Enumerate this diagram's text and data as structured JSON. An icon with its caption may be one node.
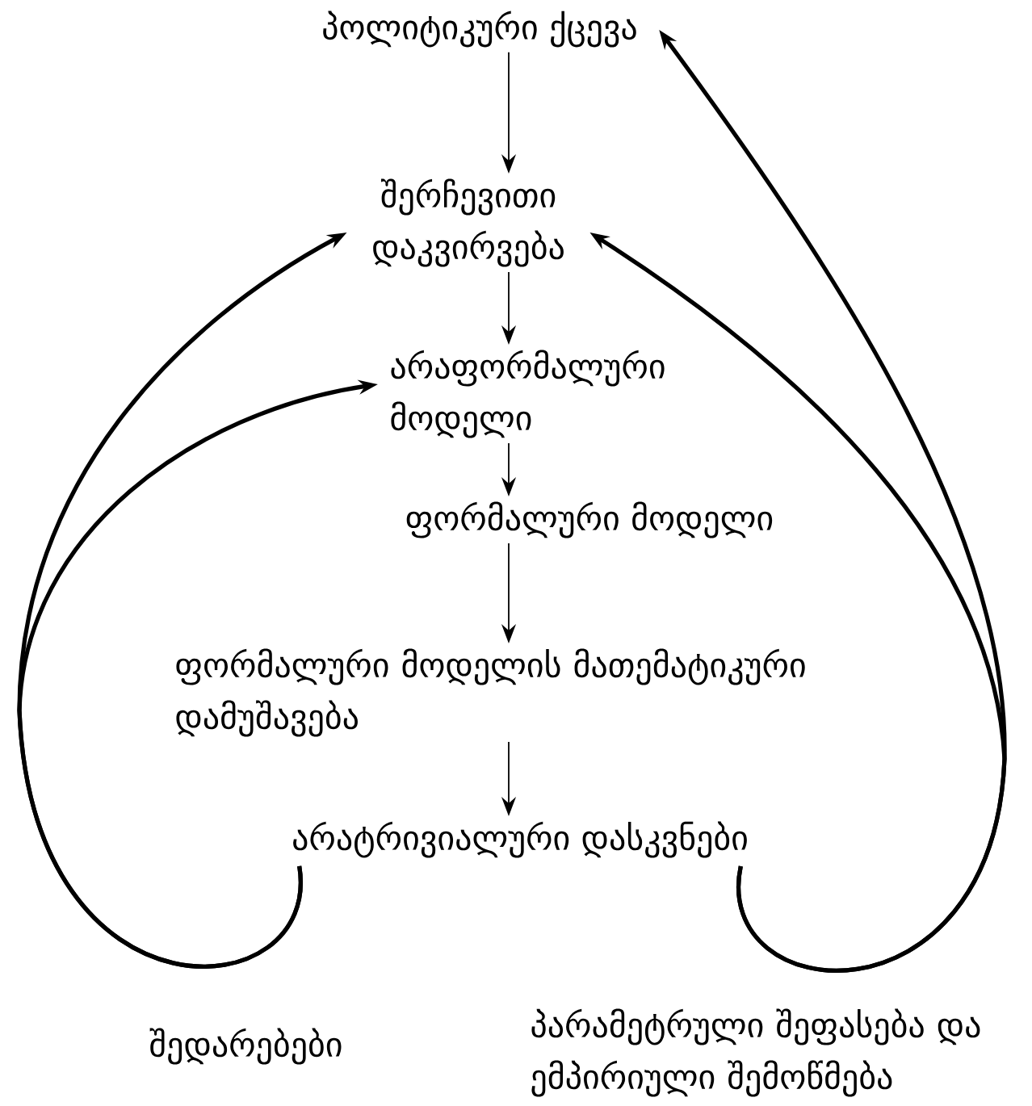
{
  "diagram": {
    "nodes": [
      {
        "text": [
          "პოლიტიკური ქცევა"
        ]
      },
      {
        "text": [
          "შერჩევითი დაკვირვება"
        ]
      },
      {
        "text": [
          "არაფორმალური მოდელი"
        ]
      },
      {
        "text": [
          "ფორმალური მოდელი"
        ]
      },
      {
        "text": [
          "ფორმალური მოდელის მათემატიკური დამუშავება"
        ]
      },
      {
        "text": [
          "არატრივიალური დასკვნები"
        ]
      }
    ],
    "edges": [
      {
        "from": 0,
        "to": 1,
        "arrow": "to"
      },
      {
        "from": 1,
        "to": 2,
        "arrow": "to"
      },
      {
        "from": 2,
        "to": 3,
        "arrow": "to"
      },
      {
        "from": 3,
        "to": 4,
        "arrow": "to"
      },
      {
        "from": 4,
        "to": 5,
        "arrow": "to"
      },
      {
        "from": 5,
        "to": 1,
        "arrow": "to",
        "style": "thick"
      },
      {
        "from": 5,
        "to": 2,
        "arrow": "to",
        "style": "thick"
      },
      {
        "from": 5,
        "to": 0,
        "arrow": "to",
        "style": "thick"
      },
      {
        "from": 5,
        "to": 1,
        "arrow": "to",
        "style": "thick"
      }
    ],
    "labels": [
      "შედარებები",
      "პარამეტრული შეფასება და ემპირიული შემოწმება"
    ]
  }
}
